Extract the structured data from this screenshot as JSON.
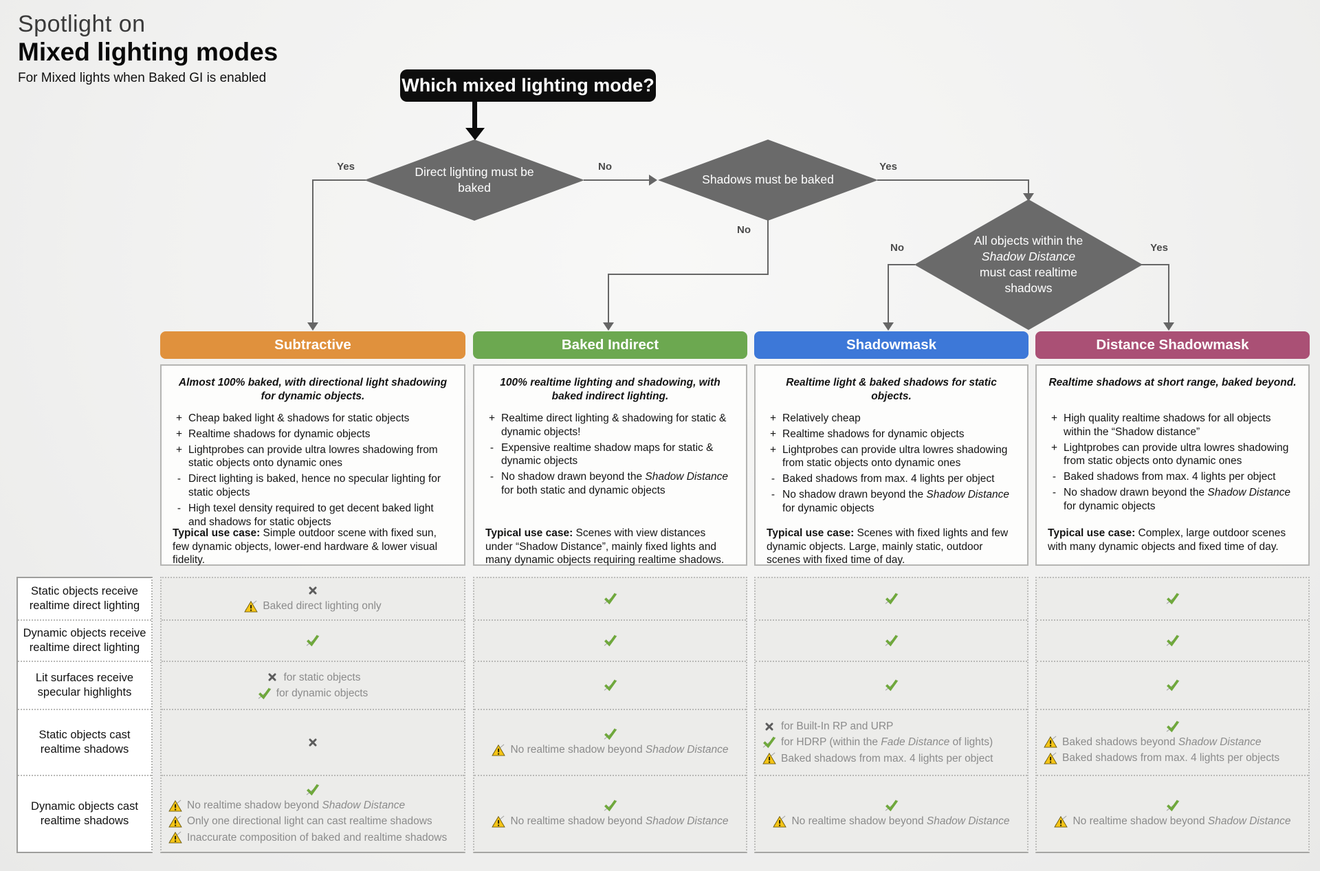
{
  "header": {
    "eyebrow": "Spotlight on",
    "title": "Mixed lighting modes",
    "subtitle": "For Mixed lights when Baked GI is enabled"
  },
  "flowchart": {
    "question": "Which mixed lighting mode?",
    "labels": {
      "yes": "Yes",
      "no": "No"
    },
    "decisions": [
      {
        "id": "direct-lighting-must-be-baked",
        "segs": [
          {
            "t": "Direct lighting must be baked"
          }
        ]
      },
      {
        "id": "shadows-must-be-baked",
        "segs": [
          {
            "t": "Shadows must be baked"
          }
        ]
      },
      {
        "id": "all-objects-within-shadow-distance",
        "segs": [
          {
            "t": "All objects within the "
          },
          {
            "t": "Shadow Distance",
            "i": true
          },
          {
            "t": " must cast realtime shadows"
          }
        ]
      }
    ],
    "colors": {
      "diamond": "#6a6a6a",
      "question_bg": "#0d0d0d",
      "line": "#666666"
    }
  },
  "modes": [
    {
      "name": "Subtractive",
      "color": "#E0913D",
      "summary": [
        {
          "t": "Almost 100% baked, with directional light shadowing for dynamic objects."
        }
      ],
      "bullets": [
        {
          "m": "+",
          "segs": [
            {
              "t": "Cheap baked light & shadows for static objects"
            }
          ]
        },
        {
          "m": "+",
          "segs": [
            {
              "t": "Realtime shadows for dynamic objects"
            }
          ]
        },
        {
          "m": "+",
          "segs": [
            {
              "t": "Lightprobes can provide ultra lowres shadowing from static objects onto dynamic ones"
            }
          ]
        },
        {
          "m": "-",
          "segs": [
            {
              "t": "Direct lighting is baked, hence no specular lighting for static objects"
            }
          ]
        },
        {
          "m": "-",
          "segs": [
            {
              "t": "High texel density required to get decent baked light and shadows for static objects"
            }
          ]
        }
      ],
      "use_case_label": "Typical use case:",
      "use_case": [
        {
          "t": " Simple outdoor scene with fixed sun, few dynamic objects, lower-end hardware & lower visual fidelity."
        }
      ]
    },
    {
      "name": "Baked Indirect",
      "color": "#6CA850",
      "summary": [
        {
          "t": "100% realtime lighting and shadowing, with baked indirect lighting."
        }
      ],
      "bullets": [
        {
          "m": "+",
          "segs": [
            {
              "t": "Realtime direct lighting & shadowing for static & dynamic objects!"
            }
          ]
        },
        {
          "m": "-",
          "segs": [
            {
              "t": "Expensive realtime shadow maps for static & dynamic objects"
            }
          ]
        },
        {
          "m": "-",
          "segs": [
            {
              "t": "No shadow drawn beyond the "
            },
            {
              "t": "Shadow Distance",
              "i": true
            },
            {
              "t": " for both static and dynamic objects"
            }
          ]
        }
      ],
      "use_case_label": "Typical use case:",
      "use_case": [
        {
          "t": " Scenes with view distances under “Shadow Distance”, mainly fixed lights and many dynamic objects requiring realtime shadows."
        }
      ]
    },
    {
      "name": "Shadowmask",
      "color": "#3D78D8",
      "summary": [
        {
          "t": "Realtime light & baked shadows for static objects."
        }
      ],
      "bullets": [
        {
          "m": "+",
          "segs": [
            {
              "t": "Relatively cheap"
            }
          ]
        },
        {
          "m": "+",
          "segs": [
            {
              "t": "Realtime shadows for dynamic objects"
            }
          ]
        },
        {
          "m": "+",
          "segs": [
            {
              "t": "Lightprobes can provide ultra lowres shadowing from static objects onto dynamic ones"
            }
          ]
        },
        {
          "m": "-",
          "segs": [
            {
              "t": "Baked shadows from max. 4 lights per object"
            }
          ]
        },
        {
          "m": "-",
          "segs": [
            {
              "t": "No shadow drawn beyond the "
            },
            {
              "t": "Shadow Distance",
              "i": true
            },
            {
              "t": " for dynamic objects"
            }
          ]
        }
      ],
      "use_case_label": "Typical use case:",
      "use_case": [
        {
          "t": " Scenes with fixed lights and few dynamic objects. Large, mainly static, outdoor scenes with fixed time of day."
        }
      ]
    },
    {
      "name": "Distance Shadowmask",
      "color": "#AA5075",
      "summary": [
        {
          "t": "Realtime shadows at short range, baked beyond."
        }
      ],
      "bullets": [
        {
          "m": "+",
          "segs": [
            {
              "t": "High quality realtime shadows for all objects within the “Shadow distance”"
            }
          ]
        },
        {
          "m": "+",
          "segs": [
            {
              "t": "Lightprobes can provide ultra lowres shadowing from static objects onto dynamic ones"
            }
          ]
        },
        {
          "m": "-",
          "segs": [
            {
              "t": "Baked shadows from max. 4 lights per object"
            }
          ]
        },
        {
          "m": "-",
          "segs": [
            {
              "t": "No shadow drawn beyond the "
            },
            {
              "t": "Shadow Distance",
              "i": true
            },
            {
              "t": " for dynamic objects"
            }
          ]
        }
      ],
      "use_case_label": "Typical use case:",
      "use_case": [
        {
          "t": " Complex, large outdoor scenes with many dynamic objects and fixed time of day."
        }
      ]
    }
  ],
  "table": {
    "row_labels": [
      "Static objects receive realtime direct lighting",
      "Dynamic objects receive realtime direct lighting",
      "Lit surfaces receive specular highlights",
      "Static objects cast realtime shadows",
      "Dynamic objects cast realtime shadows"
    ],
    "icon_colors": {
      "check": "#6FA83C",
      "cross": "#5c5c5c",
      "warn": "#F6C516"
    },
    "cells": [
      [
        {
          "lines": [
            {
              "icon": "cross"
            },
            {
              "icon": "warn",
              "segs": [
                {
                  "t": "Baked direct lighting only"
                }
              ]
            }
          ]
        },
        {
          "lines": [
            {
              "icon": "check"
            }
          ]
        },
        {
          "lines": [
            {
              "icon": "cross",
              "segs": [
                {
                  "t": "for static objects"
                }
              ]
            },
            {
              "icon": "check",
              "segs": [
                {
                  "t": "for dynamic objects"
                }
              ]
            }
          ]
        },
        {
          "lines": [
            {
              "icon": "cross"
            }
          ]
        },
        {
          "align": "left",
          "lines": [
            {
              "icon": "check"
            },
            {
              "icon": "warn",
              "segs": [
                {
                  "t": "No realtime shadow beyond "
                },
                {
                  "t": "Shadow Distance",
                  "i": true
                }
              ]
            },
            {
              "icon": "warn",
              "segs": [
                {
                  "t": "Only one directional light can cast realtime shadows"
                }
              ]
            },
            {
              "icon": "warn",
              "segs": [
                {
                  "t": "Inaccurate composition of baked and realtime shadows"
                }
              ]
            }
          ]
        }
      ],
      [
        {
          "lines": [
            {
              "icon": "check"
            }
          ]
        },
        {
          "lines": [
            {
              "icon": "check"
            }
          ]
        },
        {
          "lines": [
            {
              "icon": "check"
            }
          ]
        },
        {
          "lines": [
            {
              "icon": "check"
            },
            {
              "icon": "warn",
              "segs": [
                {
                  "t": "No realtime shadow beyond "
                },
                {
                  "t": "Shadow Distance",
                  "i": true
                }
              ]
            }
          ]
        },
        {
          "lines": [
            {
              "icon": "check"
            },
            {
              "icon": "warn",
              "segs": [
                {
                  "t": "No realtime shadow beyond "
                },
                {
                  "t": "Shadow Distance",
                  "i": true
                }
              ]
            }
          ]
        }
      ],
      [
        {
          "lines": [
            {
              "icon": "check"
            }
          ]
        },
        {
          "lines": [
            {
              "icon": "check"
            }
          ]
        },
        {
          "lines": [
            {
              "icon": "check"
            }
          ]
        },
        {
          "align": "left",
          "lines": [
            {
              "icon": "cross",
              "segs": [
                {
                  "t": "for Built-In RP and URP"
                }
              ]
            },
            {
              "icon": "check",
              "segs": [
                {
                  "t": "for HDRP (within the "
                },
                {
                  "t": "Fade Distance",
                  "i": true
                },
                {
                  "t": " of lights)"
                }
              ]
            },
            {
              "icon": "warn",
              "segs": [
                {
                  "t": "Baked shadows from max. 4 lights per object"
                }
              ]
            }
          ]
        },
        {
          "lines": [
            {
              "icon": "check"
            },
            {
              "icon": "warn",
              "segs": [
                {
                  "t": "No realtime shadow beyond "
                },
                {
                  "t": "Shadow Distance",
                  "i": true
                }
              ]
            }
          ]
        }
      ],
      [
        {
          "lines": [
            {
              "icon": "check"
            }
          ]
        },
        {
          "lines": [
            {
              "icon": "check"
            }
          ]
        },
        {
          "lines": [
            {
              "icon": "check"
            }
          ]
        },
        {
          "align": "left",
          "lines": [
            {
              "icon": "check"
            },
            {
              "icon": "warn",
              "segs": [
                {
                  "t": "Baked shadows beyond "
                },
                {
                  "t": "Shadow Distance",
                  "i": true
                }
              ]
            },
            {
              "icon": "warn",
              "segs": [
                {
                  "t": "Baked shadows from max. 4 lights per objects"
                }
              ]
            }
          ]
        },
        {
          "lines": [
            {
              "icon": "check"
            },
            {
              "icon": "warn",
              "segs": [
                {
                  "t": "No realtime shadow beyond "
                },
                {
                  "t": "Shadow Distance",
                  "i": true
                }
              ]
            }
          ]
        }
      ]
    ]
  }
}
